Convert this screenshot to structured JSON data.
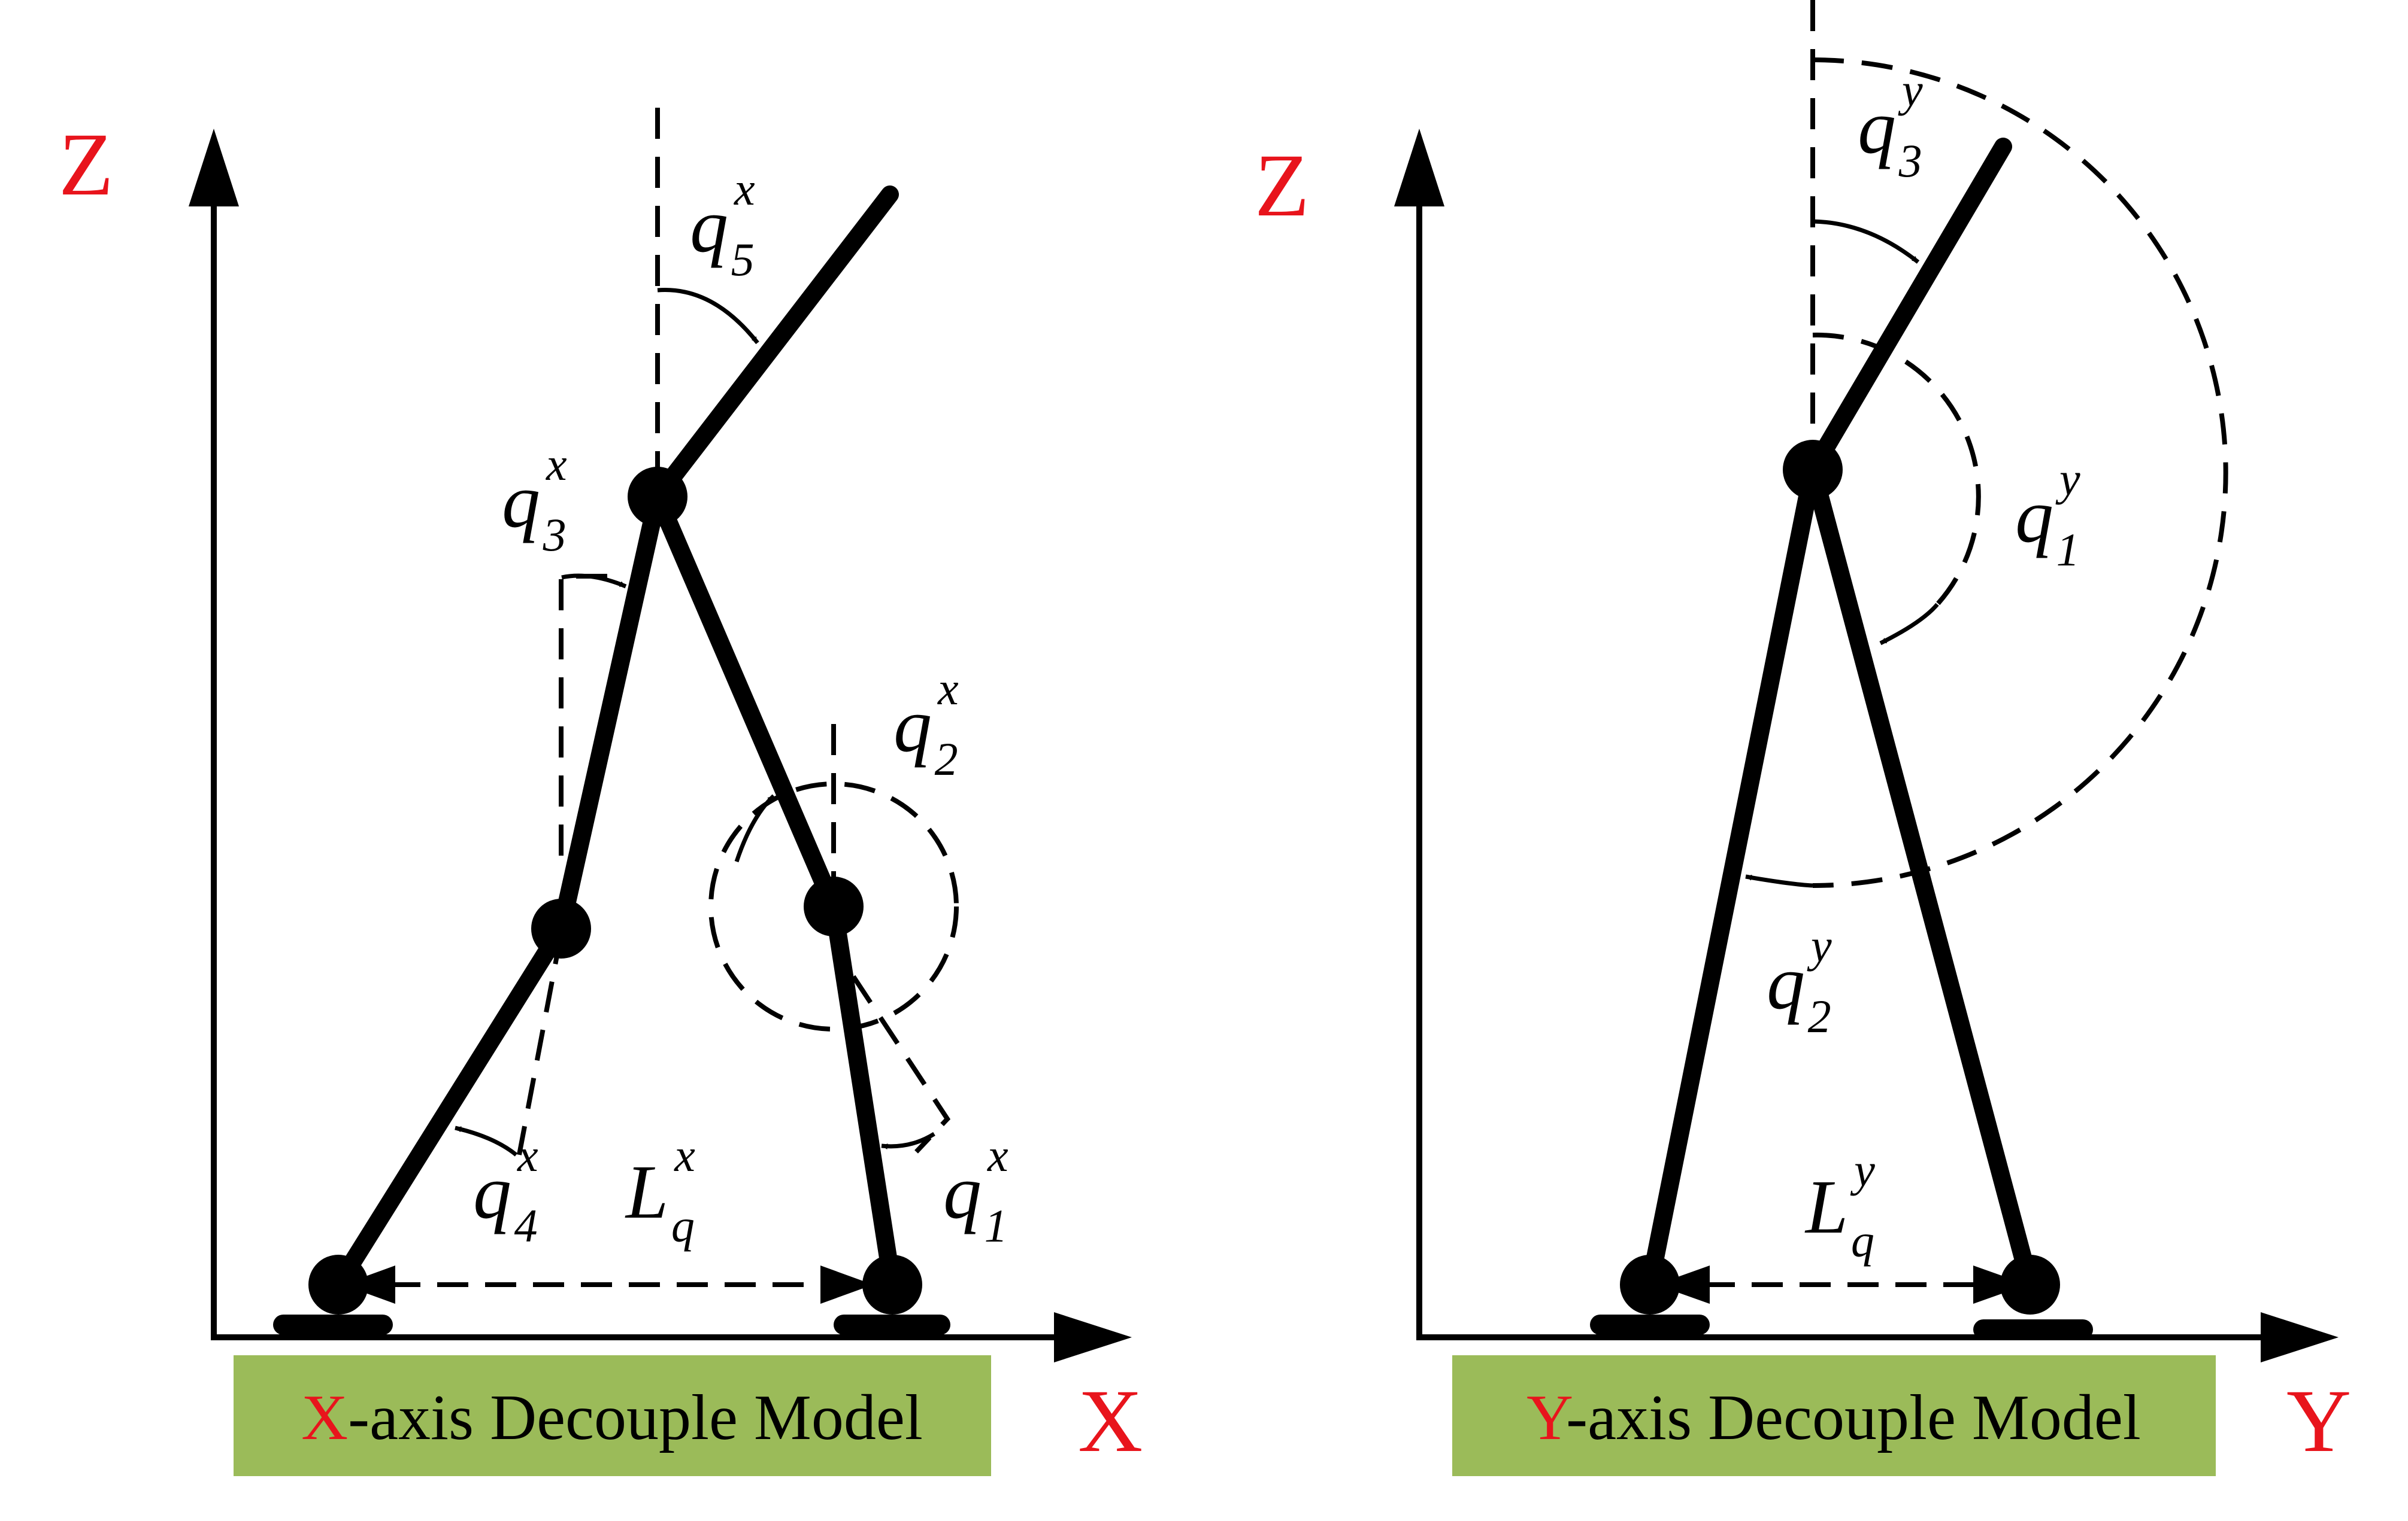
{
  "colors": {
    "axis_label": "#e8141c",
    "caption_box": "#9bbb59",
    "ink": "#000000"
  },
  "left_panel": {
    "axis_vertical": "Z",
    "axis_horizontal": "X",
    "caption_prefix": "X",
    "caption_rest": "-axis Decouple Model",
    "angles": {
      "q5": {
        "base": "q",
        "sub": "5",
        "sup": "x"
      },
      "q3": {
        "base": "q",
        "sub": "3",
        "sup": "x"
      },
      "q2": {
        "base": "q",
        "sub": "2",
        "sup": "x"
      },
      "q4": {
        "base": "q",
        "sub": "4",
        "sup": "x"
      },
      "q1": {
        "base": "q",
        "sub": "1",
        "sup": "x"
      },
      "L": {
        "base": "L",
        "sub": "q",
        "sup": "x"
      }
    }
  },
  "right_panel": {
    "axis_vertical": "Z",
    "axis_horizontal": "Y",
    "caption_prefix": "Y",
    "caption_rest": "-axis Decouple Model",
    "angles": {
      "q3": {
        "base": "q",
        "sub": "3",
        "sup": "y"
      },
      "q1": {
        "base": "q",
        "sub": "1",
        "sup": "y"
      },
      "q2": {
        "base": "q",
        "sub": "2",
        "sup": "y"
      },
      "L": {
        "base": "L",
        "sub": "q",
        "sup": "y"
      }
    }
  }
}
